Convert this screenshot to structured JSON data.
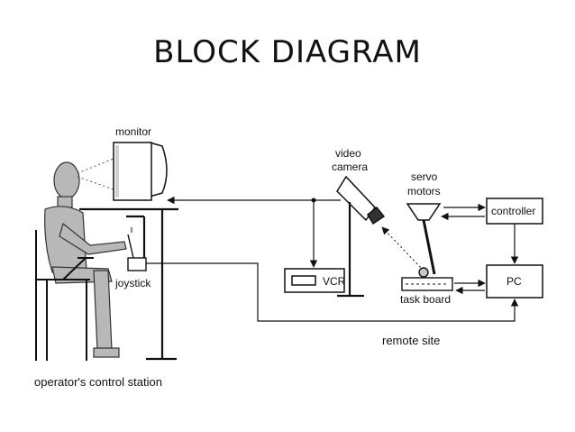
{
  "title": "BLOCK DIAGRAM",
  "labels": {
    "monitor": "monitor",
    "video_1": "video",
    "video_2": "camera",
    "servo_1": "servo",
    "servo_2": "motors",
    "controller": "controller",
    "vcr": "VCR",
    "pc": "PC",
    "joystick": "joystick",
    "task_board": "task board",
    "remote_site": "remote site",
    "station": "operator's control station"
  },
  "colors": {
    "line": "#111111",
    "figure": "#b8b8b8",
    "background": "#ffffff"
  }
}
